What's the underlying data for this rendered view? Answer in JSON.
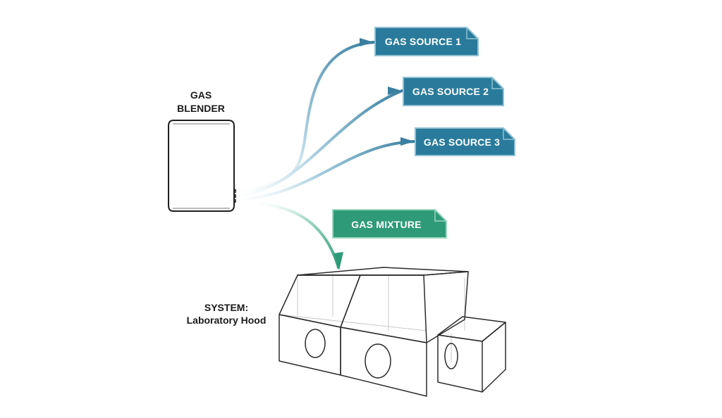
{
  "blender": {
    "title_line1": "GAS",
    "title_line2": "BLENDER"
  },
  "sources": [
    {
      "label": "GAS SOURCE 1"
    },
    {
      "label": "GAS SOURCE 2"
    },
    {
      "label": "GAS SOURCE 3"
    }
  ],
  "mixture": {
    "label": "GAS MIXTURE"
  },
  "system": {
    "title_line1": "SYSTEM:",
    "title_line2": "Laboratory Hood"
  },
  "colors": {
    "source_tag": "#2a7b9b",
    "source_tag_border": "#8fc1d3",
    "mixture_tag": "#2f9a78",
    "mixture_tag_border": "#9ad6bf",
    "source_line": "#3a7fa0",
    "mixture_line": "#2f9a78"
  }
}
